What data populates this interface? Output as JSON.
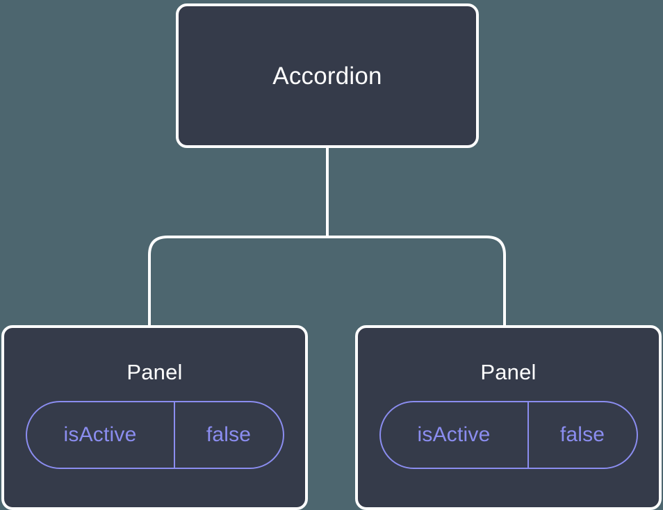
{
  "diagram": {
    "type": "component-tree",
    "background_color": "#4d666f",
    "node_fill_color": "#353b4a",
    "node_border_color": "#ffffff",
    "edge_color": "#ffffff",
    "state_accent_color": "#8b8df0",
    "root": {
      "label": "Accordion"
    },
    "children": [
      {
        "label": "Panel",
        "state": {
          "key": "isActive",
          "value": "false"
        }
      },
      {
        "label": "Panel",
        "state": {
          "key": "isActive",
          "value": "false"
        }
      }
    ]
  }
}
